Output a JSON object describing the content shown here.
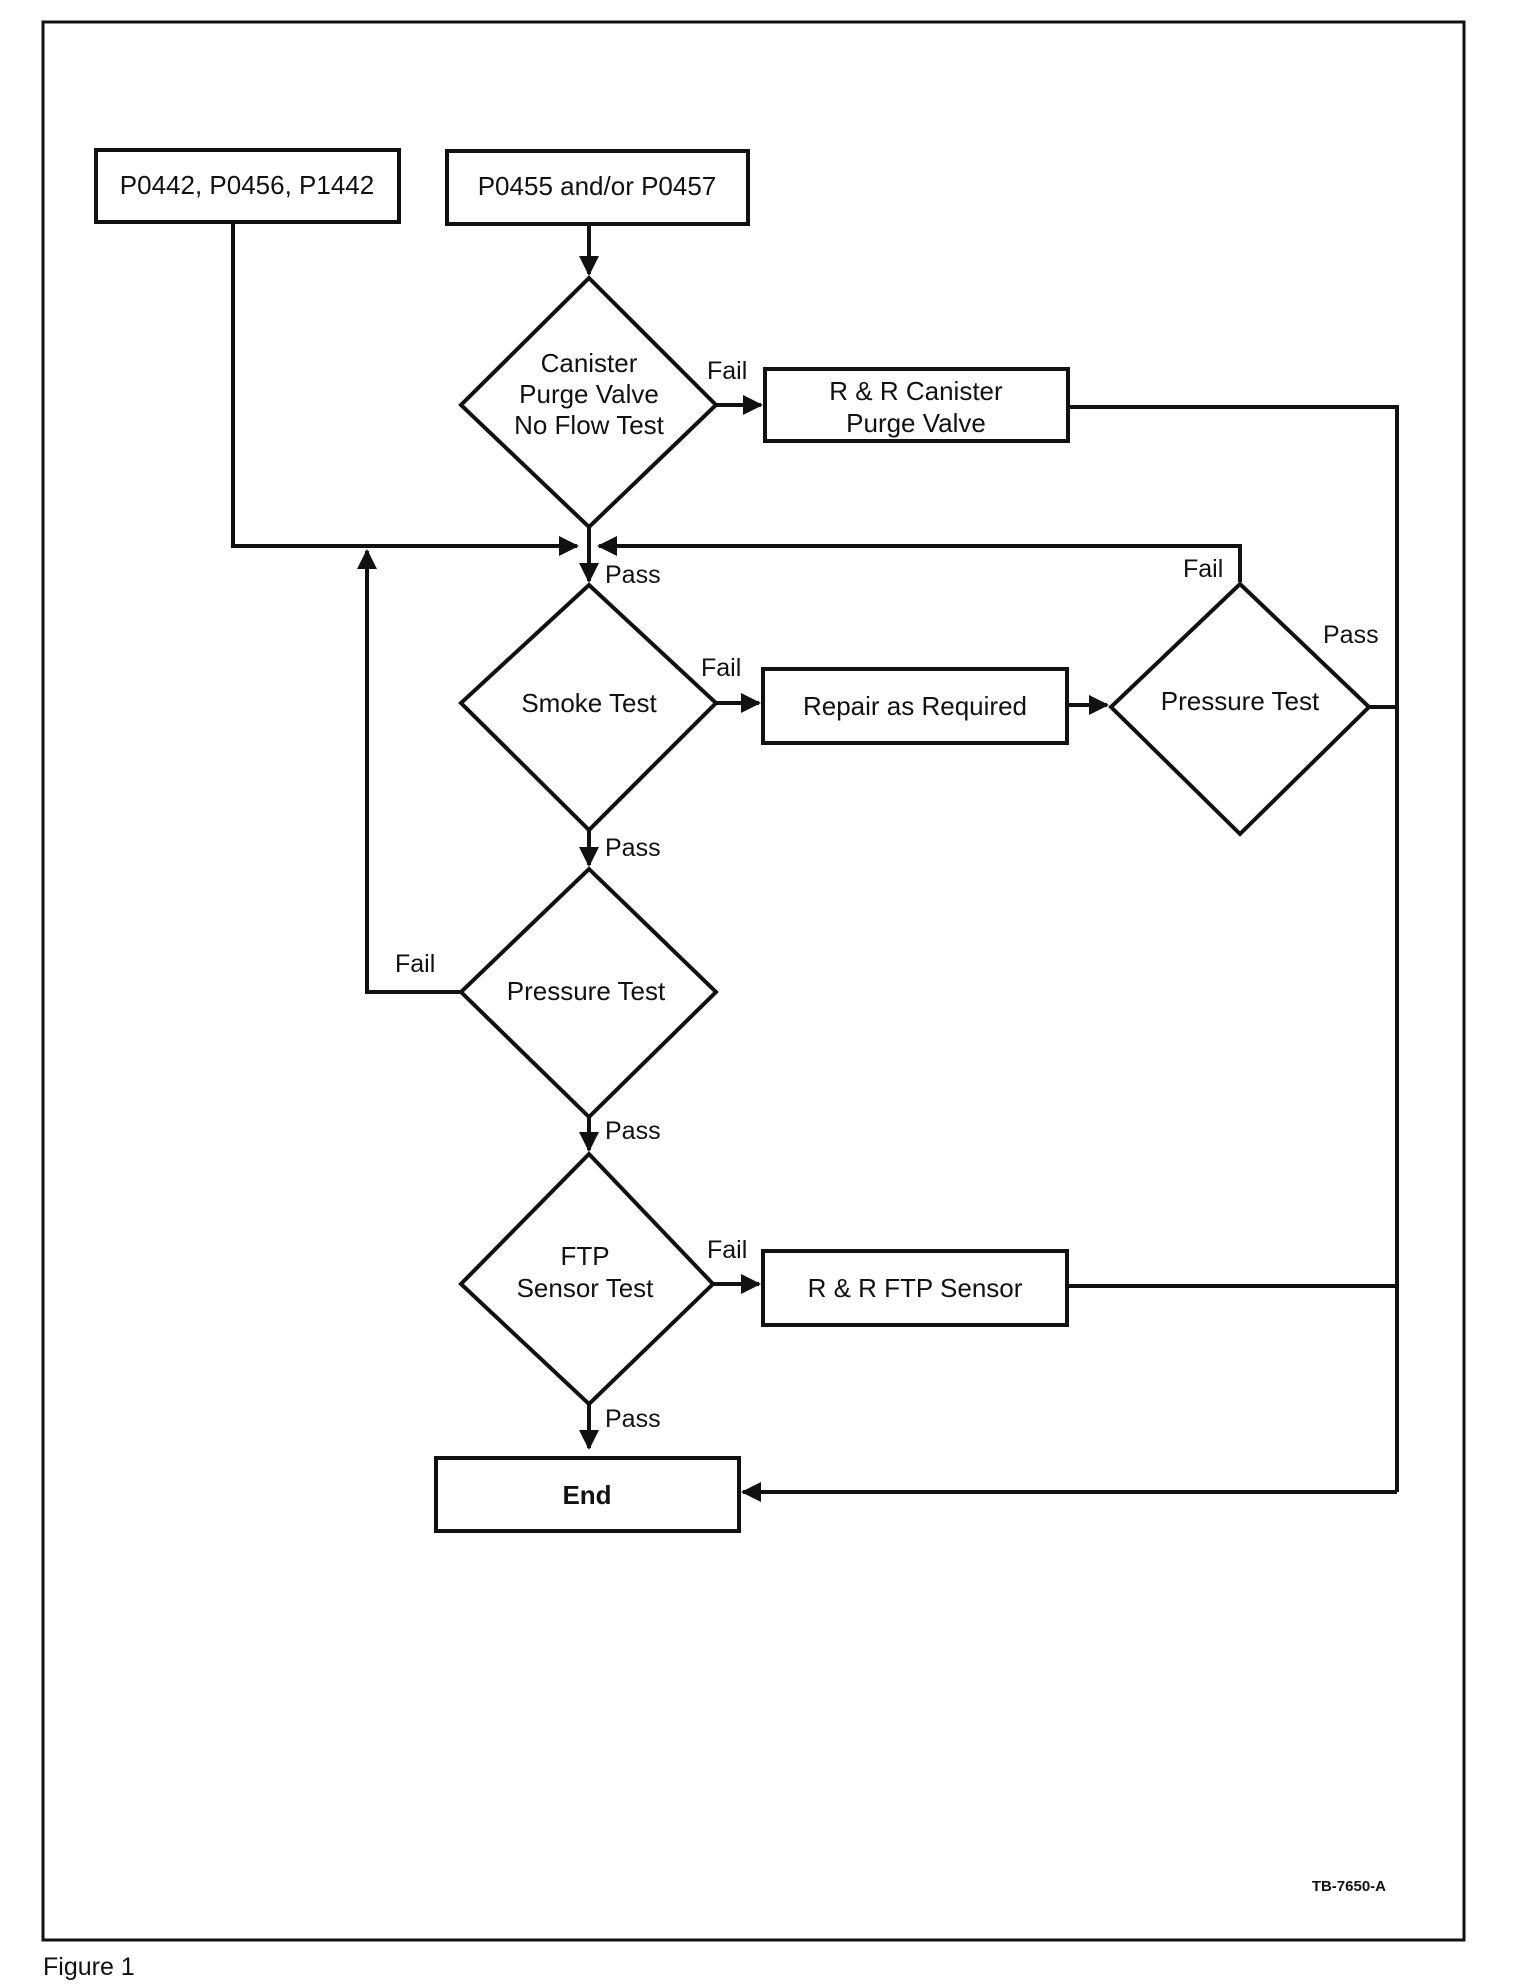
{
  "nodes": {
    "codes_a": "P0442, P0456, P1442",
    "codes_b": "P0455 and/or P0457",
    "purge_test": [
      "Canister",
      "Purge Valve",
      "No Flow Test"
    ],
    "rr_purge": [
      "R & R Canister",
      "Purge Valve"
    ],
    "smoke_test": "Smoke Test",
    "repair": "Repair as Required",
    "pressure_test_right": "Pressure Test",
    "pressure_test_main": "Pressure Test",
    "ftp_test": [
      "FTP",
      "Sensor Test"
    ],
    "rr_ftp": "R & R FTP Sensor",
    "end": "End"
  },
  "edges": {
    "purge_fail": "Fail",
    "purge_pass": "Pass",
    "smoke_fail": "Fail",
    "smoke_pass": "Pass",
    "pressure_right_fail": "Fail",
    "pressure_right_pass": "Pass",
    "pressure_main_fail": "Fail",
    "pressure_main_pass": "Pass",
    "ftp_fail": "Fail",
    "ftp_pass": "Pass"
  },
  "figure_code": "TB-7650-A",
  "caption": "Figure 1"
}
